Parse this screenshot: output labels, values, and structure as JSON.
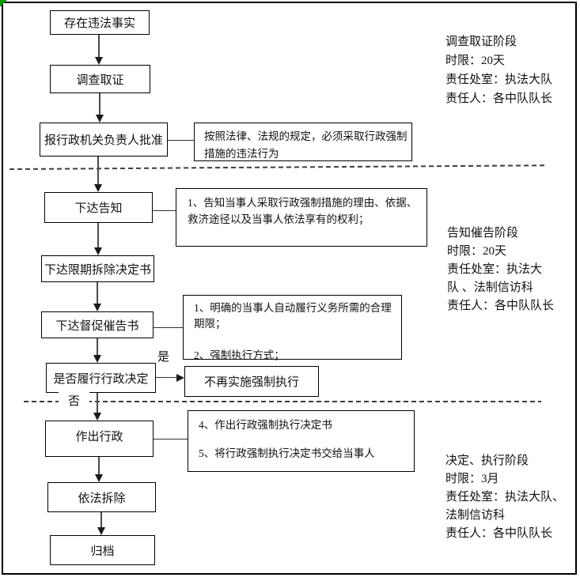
{
  "page": {
    "background": "#ffffff",
    "border_color": "#000000",
    "corner_marker_color": "#0a9b0a"
  },
  "flowchart": {
    "boxes": {
      "fact": "存在违法事实",
      "investigate": "调查取证",
      "approve": "报行政机关负责人批准",
      "notify": "下达告知",
      "deadline_decision": "下达限期拆除决定书",
      "urge_notice": "下达督促催告书",
      "comply_question": "是否履行行政决定",
      "make_decision": "作出行政",
      "demolish": "依法拆除",
      "archive": "归档",
      "no_enforcement": "不再实施强制执行"
    },
    "notes": {
      "approve_note": "按照法律、法规的规定，必须采取行政强制\n措施的违法行为",
      "notify_note": "1、告知当事人采取行政强制措施的理由、依据、\n救济途径以及当事人依法享有的权利；",
      "urge_note": "1、明确的当事人自动履行义务所需的合理\n期限；\n\n2、强制执行方式；",
      "decision_note": "4、作出行政强制执行决定书\n\n5、将行政强制执行决定书交给当事人"
    },
    "branch_labels": {
      "yes": "是",
      "no": "否"
    }
  },
  "stage_annotations": {
    "investigation": "调查取证阶段\n时限：20天\n责任处室：执法大队\n责任人：各中队队长",
    "notification": "告知催告阶段\n时限：20天\n责任处室：执法大\n队 、法制信访科\n责任人：各中队队长",
    "decision": "决定、执行阶段\n时限：3月\n责任处室：执法大队、\n法制信访科\n责任人：各中队队长"
  }
}
